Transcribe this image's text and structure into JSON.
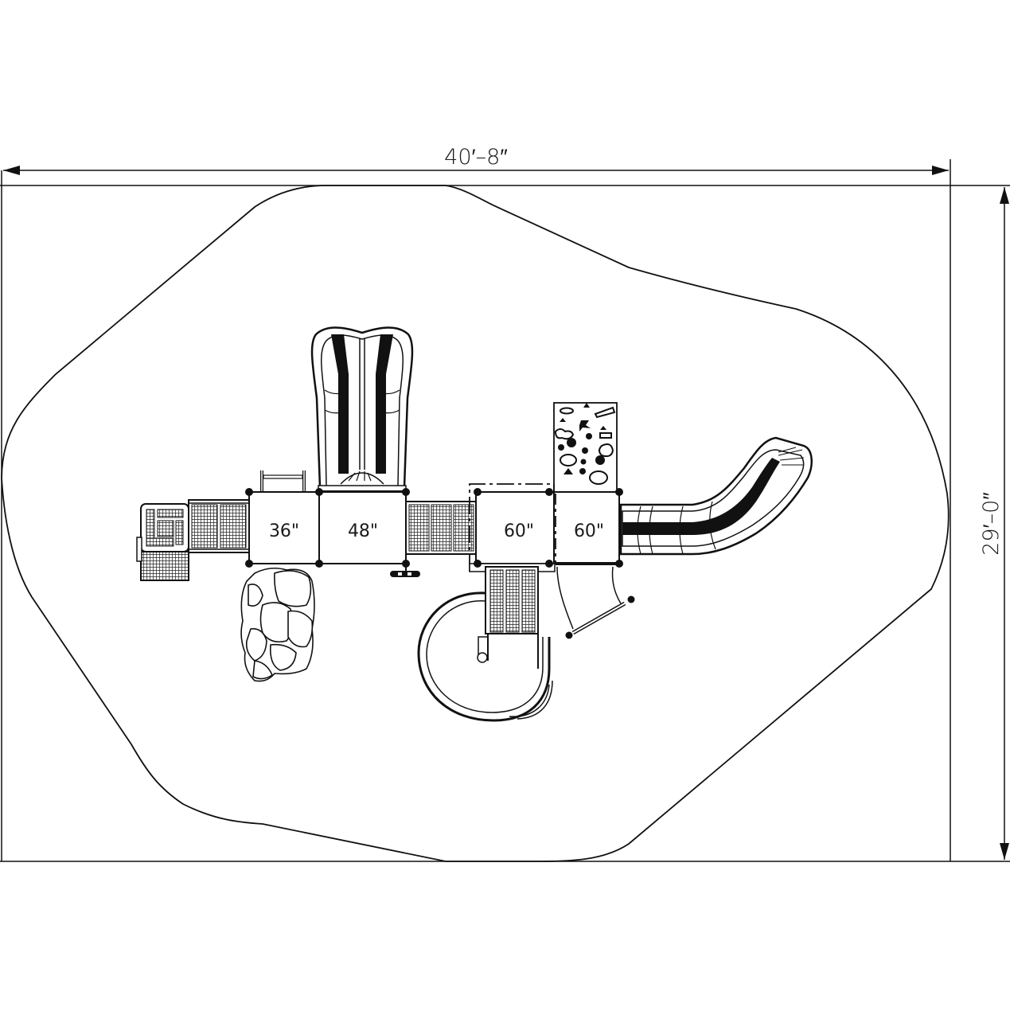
{
  "drawing": {
    "type": "playground plan view",
    "colors": {
      "line": "#111111",
      "background": "#ffffff"
    }
  },
  "dimensions": {
    "width_label": "40′–8″",
    "height_label": "29′–0″"
  },
  "decks": [
    {
      "label": "36\""
    },
    {
      "label": "48\""
    },
    {
      "label": "60\""
    },
    {
      "label": "60\""
    }
  ],
  "components": [
    {
      "name": "double-wave-slide"
    },
    {
      "name": "curved-tube-slide"
    },
    {
      "name": "spiral-slide"
    },
    {
      "name": "rock-climber"
    },
    {
      "name": "climbing-wall-panel"
    },
    {
      "name": "transfer-platform-steps"
    },
    {
      "name": "bridge-left"
    },
    {
      "name": "bridge-center"
    },
    {
      "name": "stairs-down"
    },
    {
      "name": "arch-ladder"
    },
    {
      "name": "handrail-ladder"
    },
    {
      "name": "steering-wheel-panel"
    }
  ]
}
